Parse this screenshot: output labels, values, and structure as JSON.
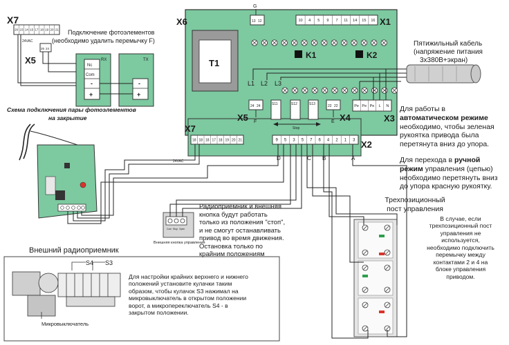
{
  "labels": {
    "x7_top": "X7",
    "x5_left": "X5",
    "x6": "X6",
    "x1": "X1",
    "t1": "T1",
    "k1": "K1",
    "k2": "K2",
    "x5_board": "X5",
    "x4": "X4",
    "x3": "X3",
    "x7_board": "X7",
    "x2": "X2",
    "l1": "L1",
    "l2": "L2",
    "l3": "L3",
    "f_under_x5": "F",
    "e_under_x4": "E",
    "stop_label": "Stop",
    "vac24_top": "24VAC",
    "vac24_mid": "24VAC",
    "rx": "RX",
    "tx": "TX",
    "nc": "Nc",
    "com": "Com",
    "minus": "-",
    "plus": "+",
    "minus_tx": "-",
    "plus_tx": "+",
    "g_label": "G",
    "d_label": "D",
    "c_label": "C",
    "b_label": "B",
    "a_label": "A",
    "s11": "S11",
    "s12": "S12",
    "s13": "S13",
    "s4": "S4",
    "s3": "S3",
    "microswitch": "Микровыключатель",
    "x5_pins": "F",
    "ext_button_caption": "Внешняя кнопка управления"
  },
  "texts": {
    "photo_title_1": "Подключение фотоэлементов",
    "photo_title_2": "(необходимо удалить перемычку F)",
    "photo_caption_1": "Схема подключения пары фотоэлементов",
    "photo_caption_2": "на закрытие",
    "cable_1": "Пятижильный кабель",
    "cable_2": "(напряжение питания",
    "cable_3": "3x380В+экран)",
    "radio_note": [
      "Радиоприемник и внешняя",
      "кнопка будут работать",
      "только из положения \"стоп\",",
      "и не смогут останавливать",
      "привод во время движения.",
      "Остановка только по",
      "крайним положениям"
    ],
    "three_pos_title_1": "Трехпозиционный",
    "three_pos_title_2": "пост управления",
    "three_pos_note": [
      "В случае, если",
      "трехпозиционный пост",
      "управления не",
      "используется,",
      "необходимо подключить",
      "перемычку между",
      "контактами 2 и 4 на",
      "блоке управления",
      "приводом."
    ],
    "ext_radio_title": "Внешний радиоприемник",
    "cam_note": [
      "Для настройки крайних верхнего и нижнего",
      "положений установите кулачки таким",
      "образом, чтобы кулачок S3 нажимал на",
      "микровыключатель в открытом положении",
      "ворот, а микропереключатель S4 - в",
      "закрытом положении."
    ]
  },
  "auto_note": {
    "pre": "Для работы в ",
    "bold": "автоматическом режиме",
    "post": " необходимо, чтобы зеленая рукоятка привода была перетянута вниз до упора."
  },
  "manual_note": {
    "pre": "Для перехода в ",
    "bold": "ручной режим",
    "post": " управления (цепью) необходимо перетянуть вниз до упора красную рукоятку."
  },
  "terminals": {
    "x1": [
      "10",
      "4",
      "5",
      "9",
      "7",
      "11",
      "14",
      "15",
      "16"
    ],
    "x6": [
      "13",
      "12"
    ],
    "x7_top": [
      "20",
      "23",
      "14",
      "15",
      "17",
      "18",
      "19",
      "20",
      "21"
    ],
    "x7_board": [
      "18",
      "18",
      "18",
      "17",
      "18",
      "19",
      "20",
      "21"
    ],
    "x2": [
      "9",
      "5",
      "3",
      "5",
      "7",
      "6",
      "4",
      "2",
      "1",
      "3"
    ],
    "x3": [
      "Pe",
      "Pe",
      "Pe",
      "L",
      "N"
    ],
    "x5_board": [
      "24",
      "24"
    ],
    "x4": [
      "22",
      "22"
    ],
    "x5_left": [
      "26",
      "24"
    ],
    "ext_button": [
      "Com",
      "Stop",
      "Open"
    ]
  },
  "colors": {
    "board_green": "#7dc9a0",
    "board_border": "#333333",
    "line": "#222222",
    "led_red": "#d9342b",
    "led_green": "#2e9e4d"
  }
}
